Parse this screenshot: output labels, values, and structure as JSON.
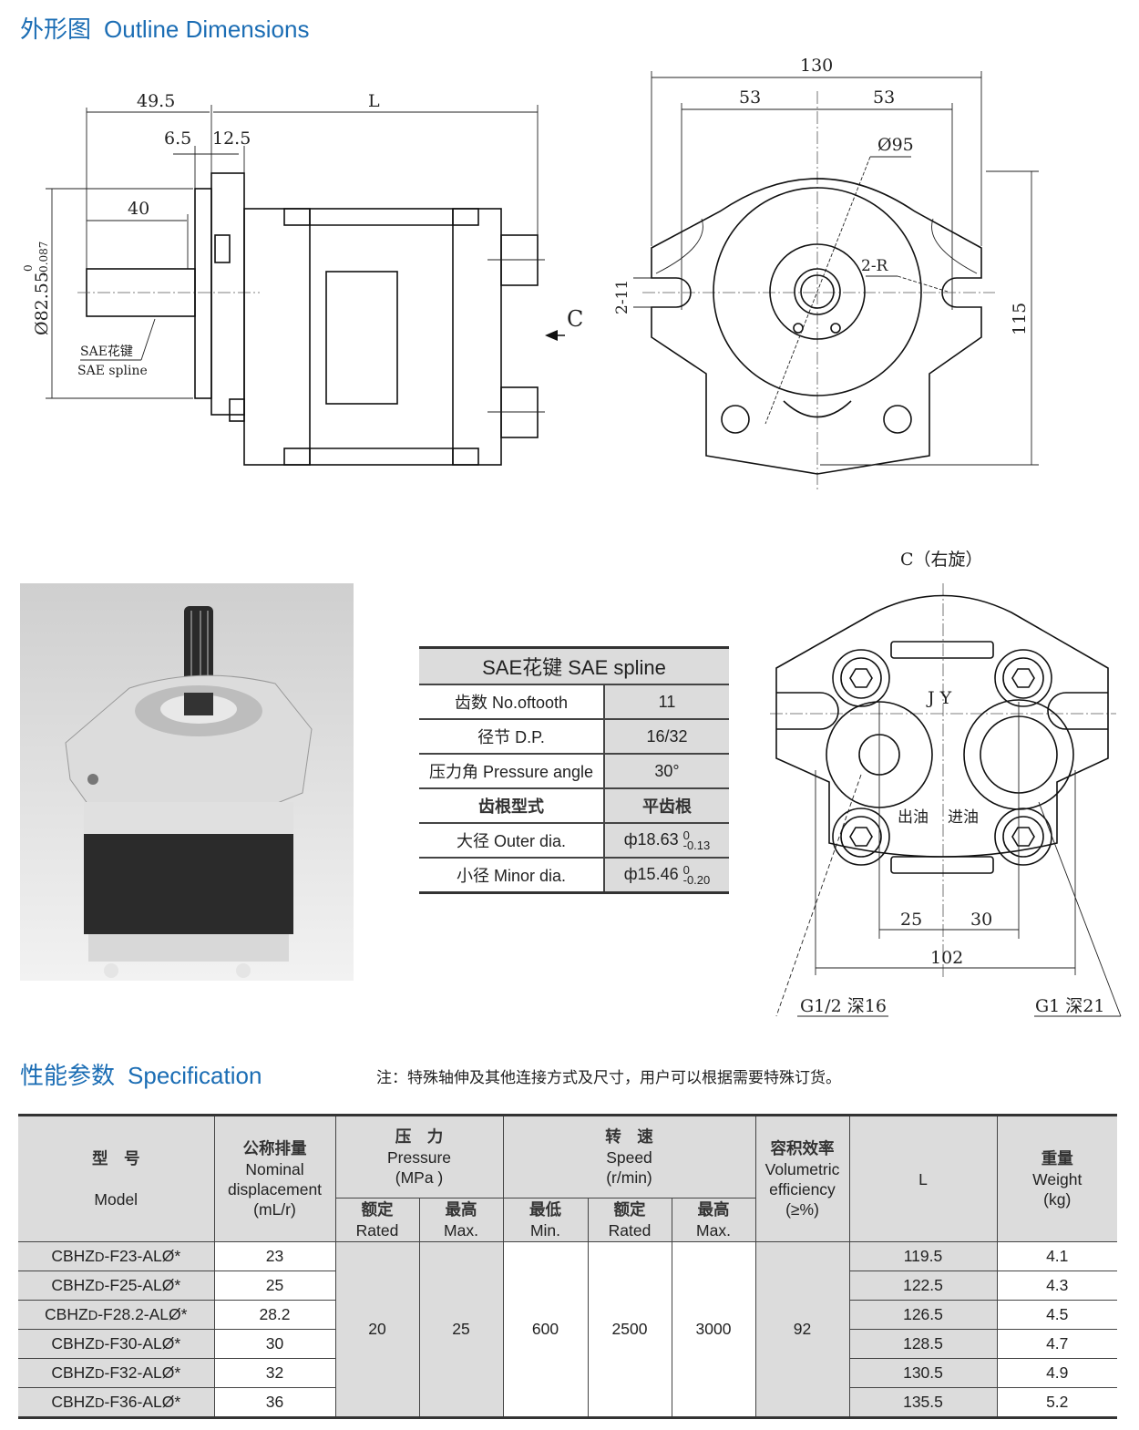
{
  "outline": {
    "title_cn": "外形图",
    "title_en": "Outline Dimensions",
    "side_view": {
      "dim_49_5": "49.5",
      "dim_L": "L",
      "dim_6_5": "6.5",
      "dim_12_5": "12.5",
      "dim_40": "40",
      "dim_diameter": "Ø82.55",
      "dim_diameter_upper_tol": "0",
      "dim_diameter_lower_tol": "-0.087",
      "spline_label_cn": "SAE花键",
      "spline_label_en": "SAE spline",
      "view_arrow": "C"
    },
    "front_view": {
      "dim_130": "130",
      "dim_53_left": "53",
      "dim_53_right": "53",
      "dim_95": "Ø95",
      "dim_2R": "2-R",
      "dim_2_11": "2-11",
      "dim_115": "115"
    },
    "c_view": {
      "title": "C（右旋）",
      "marking": "J Y",
      "outlet": "出油",
      "inlet": "进油",
      "dim_25": "25",
      "dim_30": "30",
      "dim_102": "102",
      "port_left": "G1/2 深16",
      "port_right": "G1 深21"
    }
  },
  "spline_table": {
    "header": "SAE花键  SAE spline",
    "rows": [
      {
        "label": "齿数 No.oftooth",
        "value": "11"
      },
      {
        "label": "径节 D.P.",
        "value": "16/32"
      },
      {
        "label": "压力角 Pressure angle",
        "value": "30°"
      },
      {
        "label": "齿根型式",
        "value": "平齿根"
      },
      {
        "label": "大径 Outer dia.",
        "value": "ф18.63",
        "tol_upper": "0",
        "tol_lower": "-0.13"
      },
      {
        "label": "小径 Minor dia.",
        "value": "ф15.46",
        "tol_upper": "0",
        "tol_lower": "-0.20"
      }
    ]
  },
  "spec": {
    "title_cn": "性能参数",
    "title_en": "Specification",
    "note": "注：特殊轴伸及其他连接方式及尺寸，用户可以根据需要特殊订货。",
    "headers": {
      "model_cn": "型　号",
      "model_en": "Model",
      "disp_cn": "公称排量",
      "disp_en1": "Nominal",
      "disp_en2": "displacement",
      "disp_unit": "(mL/r)",
      "pressure_cn": "压　力",
      "pressure_en": "Pressure",
      "pressure_unit": "(MPa )",
      "speed_cn": "转　速",
      "speed_en": "Speed",
      "speed_unit": "(r/min)",
      "vol_cn": "容积效率",
      "vol_en1": "Volumetric",
      "vol_en2": "efficiency",
      "vol_unit": "(≥%)",
      "L": "L",
      "weight_cn": "重量",
      "weight_en": "Weight",
      "weight_unit": "(kg)",
      "rated_cn": "额定",
      "rated_en": "Rated",
      "max_cn": "最高",
      "max_en": "Max.",
      "min_cn": "最低",
      "min_en": "Min."
    },
    "shared": {
      "pressure_rated": "20",
      "pressure_max": "25",
      "speed_min": "600",
      "speed_rated": "2500",
      "speed_max": "3000",
      "volumetric_efficiency": "92"
    },
    "rows": [
      {
        "model_prefix": "CBHZ",
        "model_sub": "D",
        "model_suffix": "-F23-ALØ*",
        "displacement": "23",
        "L": "119.5",
        "weight": "4.1"
      },
      {
        "model_prefix": "CBHZ",
        "model_sub": "D",
        "model_suffix": "-F25-ALØ*",
        "displacement": "25",
        "L": "122.5",
        "weight": "4.3"
      },
      {
        "model_prefix": "CBHZ",
        "model_sub": "D",
        "model_suffix": "-F28.2-ALØ*",
        "displacement": "28.2",
        "L": "126.5",
        "weight": "4.5"
      },
      {
        "model_prefix": "CBHZ",
        "model_sub": "D",
        "model_suffix": "-F30-ALØ*",
        "displacement": "30",
        "L": "128.5",
        "weight": "4.7"
      },
      {
        "model_prefix": "CBHZ",
        "model_sub": "D",
        "model_suffix": "-F32-ALØ*",
        "displacement": "32",
        "L": "130.5",
        "weight": "4.9"
      },
      {
        "model_prefix": "CBHZ",
        "model_sub": "D",
        "model_suffix": "-F36-ALØ*",
        "displacement": "36",
        "L": "135.5",
        "weight": "5.2"
      }
    ]
  }
}
